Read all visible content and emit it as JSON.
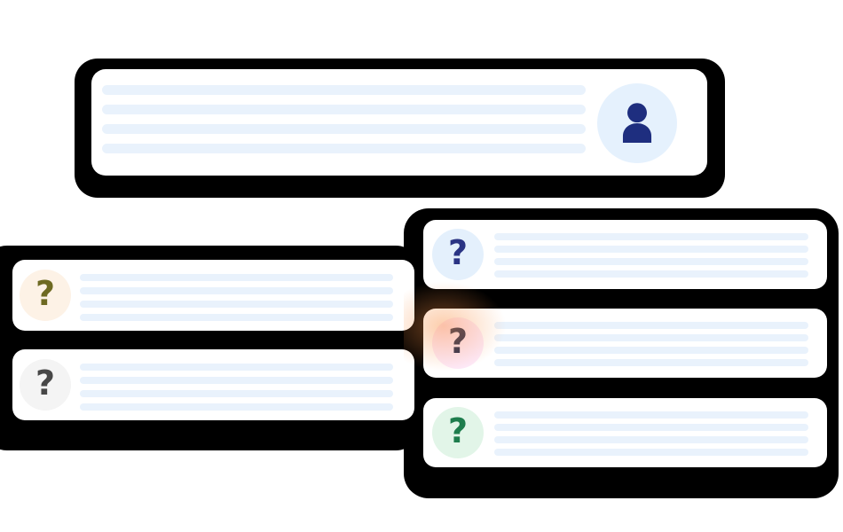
{
  "colors": {
    "canvas": "#ffffff",
    "backing": "#000000",
    "card": "#ffffff",
    "skeleton_line": "#e9f2fc",
    "glow": "#f99146"
  },
  "profile_card": {
    "skeleton_lines": 4,
    "avatar": {
      "icon": "person",
      "bg": "#e5f1fd",
      "color": "#1e2e7f"
    }
  },
  "left_cards": [
    {
      "icon": {
        "glyph": "?",
        "bg": "#fdf2e6",
        "color": "#6e6a22"
      },
      "skeleton_lines": 4
    },
    {
      "icon": {
        "glyph": "?",
        "bg": "#f4f4f4",
        "color": "#474747"
      },
      "skeleton_lines": 4
    }
  ],
  "right_cards": [
    {
      "icon": {
        "glyph": "?",
        "bg": "#e4f0fc",
        "color": "#2a3484"
      },
      "skeleton_lines": 4
    },
    {
      "icon": {
        "glyph": "?",
        "bg": "#fde9f9",
        "color": "#222b4d"
      },
      "skeleton_lines": 4,
      "glow": "#f99146"
    },
    {
      "icon": {
        "glyph": "?",
        "bg": "#e2f5e8",
        "color": "#1e7d4d"
      },
      "skeleton_lines": 4
    }
  ]
}
